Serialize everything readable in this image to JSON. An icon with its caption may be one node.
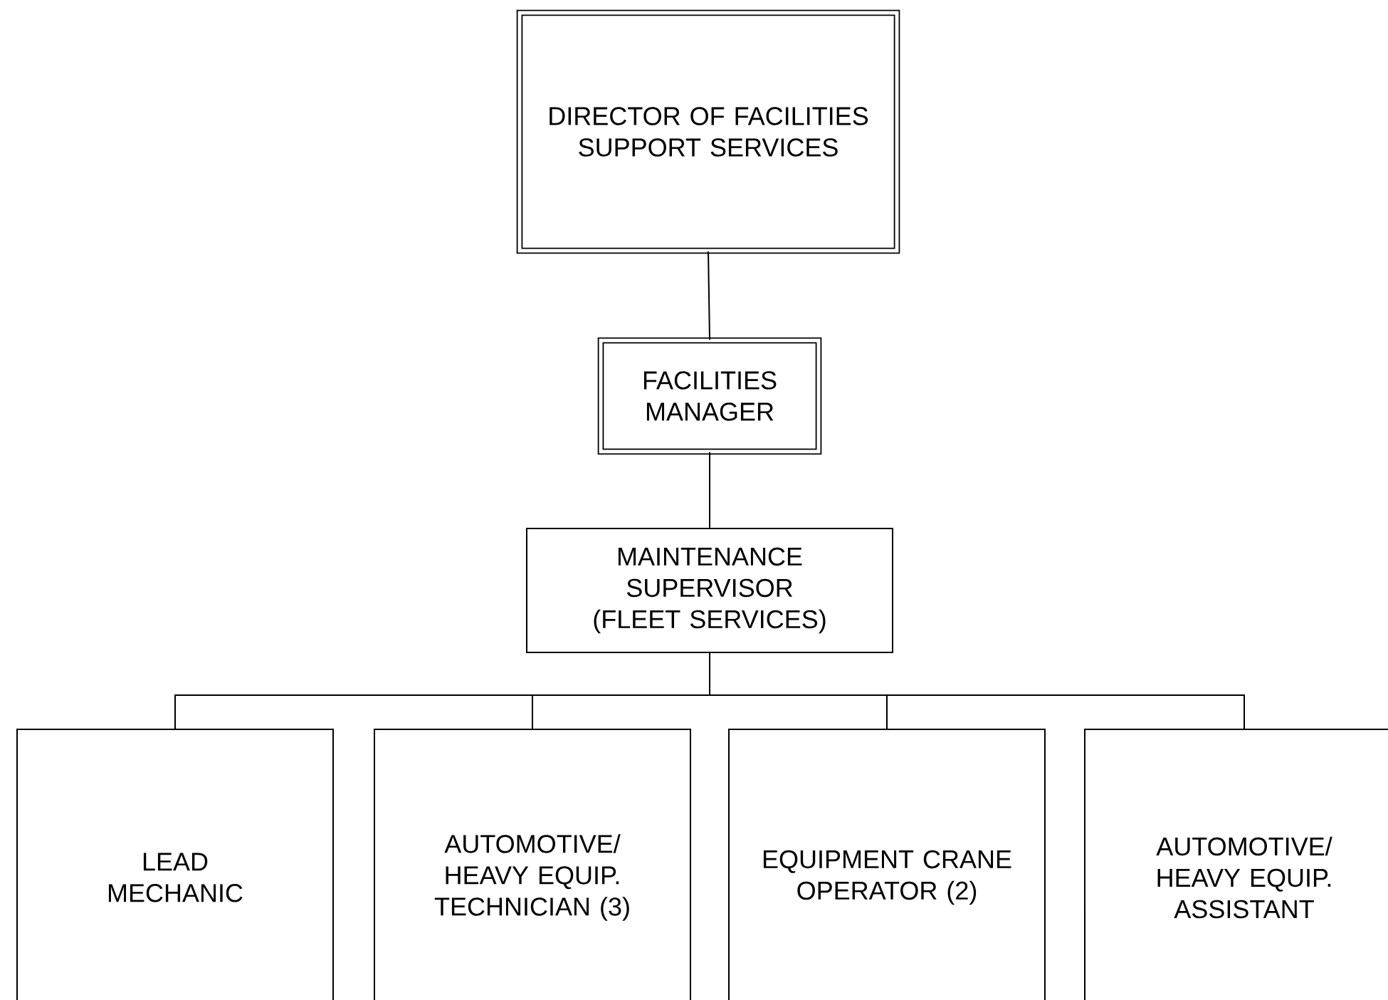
{
  "diagram": {
    "nodes": [
      {
        "text": [
          "DIRECTOR OF FACILITIES SUPPORT SERVICES"
        ]
      },
      {
        "text": [
          "FACILITIES MANAGER"
        ]
      },
      {
        "text": [
          "MAINTENANCE SUPERVISOR (FLEET SERVICES)"
        ]
      },
      {
        "text": [
          "LEAD MECHANIC"
        ]
      },
      {
        "text": [
          "AUTOMOTIVE/ HEAVY EQUIP. TECHNICIAN (3)"
        ]
      },
      {
        "text": [
          "EQUIPMENT CRANE OPERATOR (2)"
        ]
      },
      {
        "text": [
          "AUTOMOTIVE/ HEAVY EQUIP. ASSISTANT"
        ]
      }
    ],
    "edges": [
      {
        "from": 0,
        "to": 1,
        "arrow": "none"
      },
      {
        "from": 1,
        "to": 2,
        "arrow": "none"
      },
      {
        "from": 2,
        "to": 3,
        "arrow": "none"
      },
      {
        "from": 2,
        "to": 4,
        "arrow": "none"
      },
      {
        "from": 2,
        "to": 5,
        "arrow": "none"
      },
      {
        "from": 2,
        "to": 6,
        "arrow": "none"
      }
    ]
  }
}
